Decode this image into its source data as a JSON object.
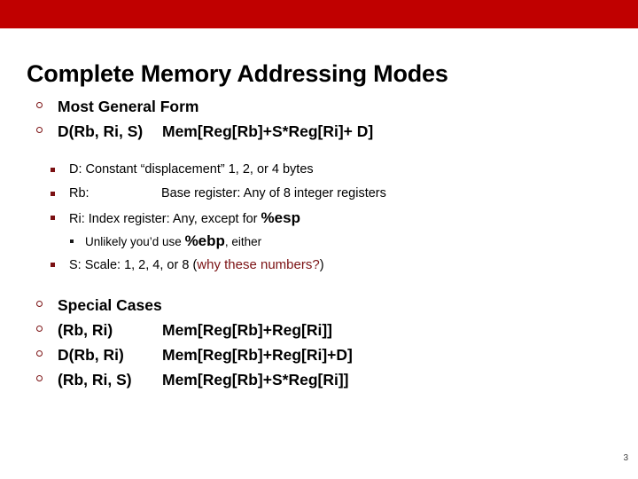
{
  "slide": {
    "title": "Complete Memory Addressing Modes",
    "page_number": "3",
    "colors": {
      "top_band": "#c00000",
      "bullet_accent": "#7b1113",
      "title_text": "#000000",
      "body_text": "#000000",
      "background": "#ffffff"
    }
  },
  "content": {
    "general_form": {
      "heading": "Most General Form",
      "syntax": "D(Rb, Ri, S)",
      "expansion": "Mem[Reg[Rb]+S*Reg[Ri]+ D]",
      "details": [
        {
          "label": "D:",
          "text": "Constant “displacement” 1, 2, or 4 bytes"
        },
        {
          "label": "Rb:",
          "text": "Base register: Any of 8 integer registers"
        },
        {
          "label": "Ri:",
          "text": "Index register: Any, except for ",
          "emphasis": "%esp"
        },
        {
          "label": "S:",
          "text": "Scale: 1, 2, 4, or 8 (",
          "note": "why these numbers?",
          "text_after": ")"
        }
      ],
      "sub_detail": {
        "text_before": "Unlikely you’d use ",
        "emphasis": "%ebp",
        "text_after": ", either"
      }
    },
    "special_cases": {
      "heading": "Special Cases",
      "rows": [
        {
          "syntax": "(Rb, Ri)",
          "expansion": "Mem[Reg[Rb]+Reg[Ri]]"
        },
        {
          "syntax": "D(Rb, Ri)",
          "expansion": "Mem[Reg[Rb]+Reg[Ri]+D]"
        },
        {
          "syntax": "(Rb, Ri, S)",
          "expansion": "Mem[Reg[Rb]+S*Reg[Ri]]"
        }
      ]
    }
  }
}
